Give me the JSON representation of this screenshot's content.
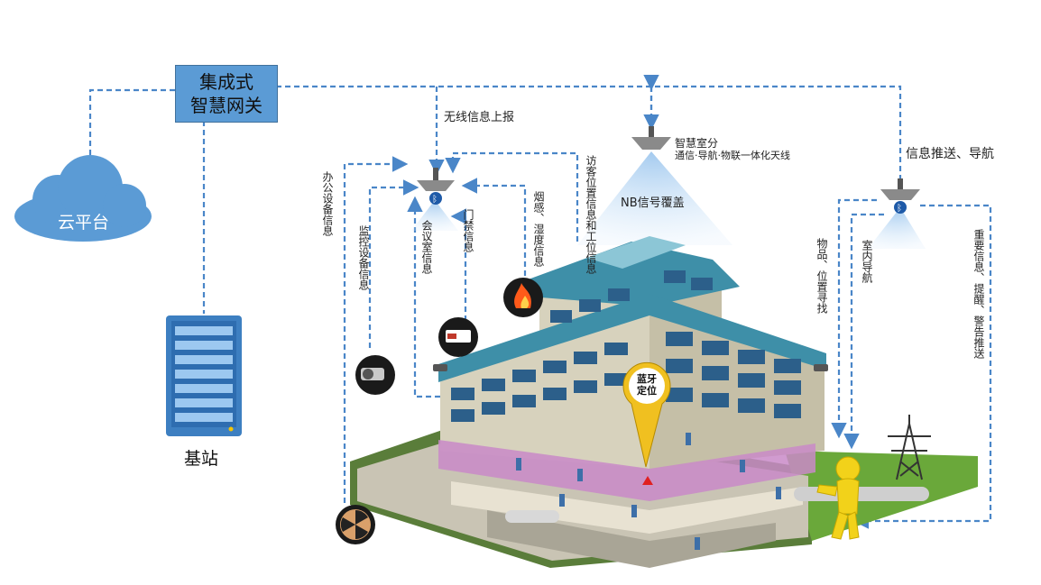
{
  "gateway": {
    "line1": "集成式",
    "line2": "智慧网关"
  },
  "cloud": {
    "label": "云平台"
  },
  "base_station": {
    "label": "基站"
  },
  "labels": {
    "wireless_report": "无线信息上报",
    "smart_antenna_title": "智慧室分",
    "smart_antenna_sub": "通信·导航·物联一体化天线",
    "nb_coverage": "NB信号覆盖",
    "push_nav": "信息推送、导航",
    "office_info": "办公设备信息",
    "monitor_info": "监控设备信息",
    "meeting_info": "会议室信息",
    "door_info": "门禁信息",
    "smoke_info": "烟感、湿度信息",
    "visitor_info": "访客位置信息和工位信息",
    "item_find": "物品、位置寻找",
    "indoor_nav": "室内导航",
    "alert_push": "重要信息、提醒、警告推送",
    "bt_pin_line1": "蓝牙",
    "bt_pin_line2": "定位"
  },
  "colors": {
    "dash_line": "#4a86c8",
    "cloud_fill": "#5b9bd5",
    "gateway_fill": "#5b9bd5",
    "pin_fill": "#f0c020",
    "building_teal": "#3e8fa8",
    "building_wall": "#d7d2bd"
  },
  "icons": [
    "cloud-icon",
    "server-rack-icon",
    "bluetooth-antenna-icon",
    "fire-icon",
    "fan-icon",
    "camera-icon",
    "card-reader-icon",
    "person-figure-icon",
    "power-tower-icon",
    "location-pin-icon"
  ]
}
